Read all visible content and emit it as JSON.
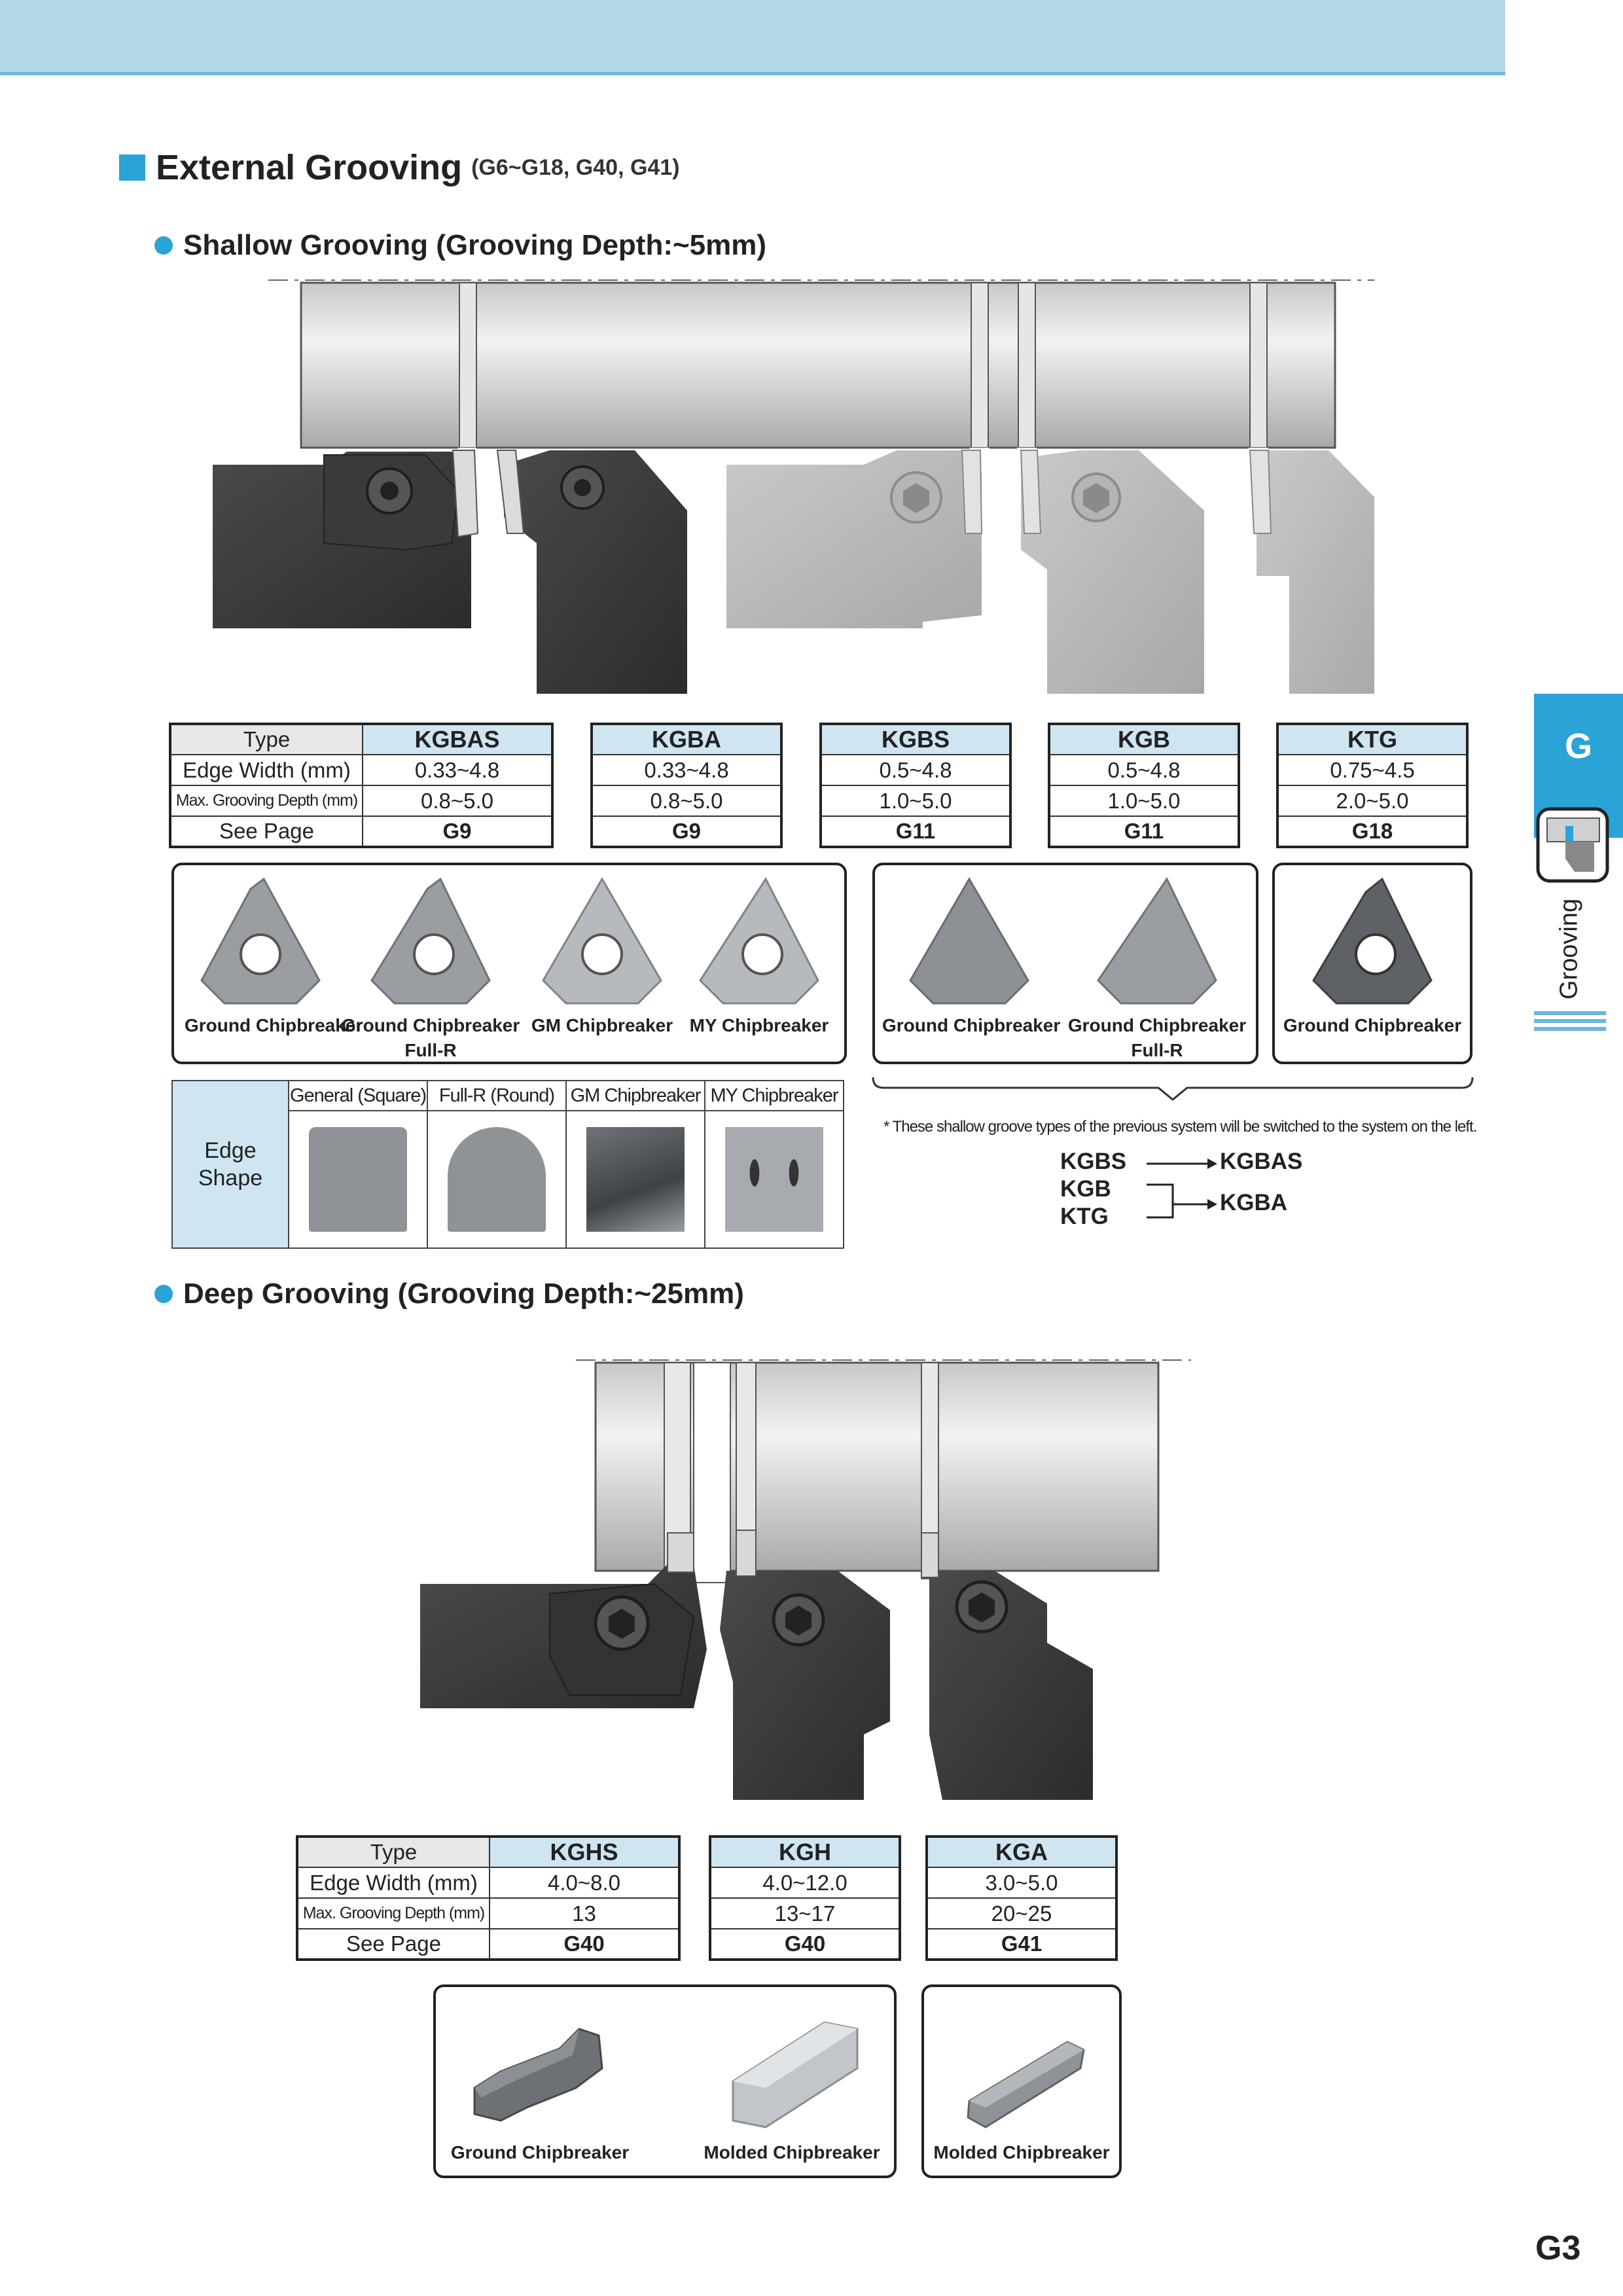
{
  "heading": {
    "title": "External Grooving",
    "subtitle": "(G6~G18, G40, G41)"
  },
  "shallow": {
    "title": "Shallow Grooving (Grooving Depth:~5mm)",
    "row_labels": {
      "type": "Type",
      "edge_width": "Edge Width (mm)",
      "max_depth": "Max. Grooving Depth (mm)",
      "see_page": "See Page"
    },
    "tables": [
      {
        "type": "KGBAS",
        "edge_width": "0.33~4.8",
        "max_depth": "0.8~5.0",
        "page": "G9"
      },
      {
        "type": "KGBA",
        "edge_width": "0.33~4.8",
        "max_depth": "0.8~5.0",
        "page": "G9"
      },
      {
        "type": "KGBS",
        "edge_width": "0.5~4.8",
        "max_depth": "1.0~5.0",
        "page": "G11"
      },
      {
        "type": "KGB",
        "edge_width": "0.5~4.8",
        "max_depth": "1.0~5.0",
        "page": "G11"
      },
      {
        "type": "KTG",
        "edge_width": "0.75~4.5",
        "max_depth": "2.0~5.0",
        "page": "G18"
      }
    ],
    "inserts_group1": [
      "Ground Chipbreaker",
      "Ground Chipbreaker",
      "GM Chipbreaker",
      "MY Chipbreaker"
    ],
    "inserts_group1_sub": [
      "",
      "Full-R",
      "",
      ""
    ],
    "inserts_group2": [
      "Ground Chipbreaker",
      "Ground Chipbreaker"
    ],
    "inserts_group2_sub": [
      "",
      "Full-R"
    ],
    "inserts_group3": [
      "Ground Chipbreaker"
    ],
    "edge_shape": {
      "label_line1": "Edge",
      "label_line2": "Shape",
      "headers": [
        "General (Square)",
        "Full-R (Round)",
        "GM Chipbreaker",
        "MY Chipbreaker"
      ]
    },
    "note": "* These shallow groove types of the previous system will be switched to the system on the left.",
    "switch": {
      "from1": "KGBS",
      "to1": "KGBAS",
      "from2": "KGB",
      "from3": "KTG",
      "to2": "KGBA"
    }
  },
  "deep": {
    "title": "Deep Grooving (Grooving Depth:~25mm)",
    "tables": [
      {
        "type": "KGHS",
        "edge_width": "4.0~8.0",
        "max_depth": "13",
        "page": "G40"
      },
      {
        "type": "KGH",
        "edge_width": "4.0~12.0",
        "max_depth": "13~17",
        "page": "G40"
      },
      {
        "type": "KGA",
        "edge_width": "3.0~5.0",
        "max_depth": "20~25",
        "page": "G41"
      }
    ],
    "inserts_group1": [
      "Ground Chipbreaker",
      "Molded Chipbreaker"
    ],
    "inserts_group2": [
      "Molded Chipbreaker"
    ]
  },
  "side_tab": {
    "letter": "G",
    "label": "Grooving"
  },
  "page_number": "G3",
  "colors": {
    "accent": "#2aa3d6",
    "header_fill": "#cfe6f2",
    "band": "#b3d8e8"
  }
}
